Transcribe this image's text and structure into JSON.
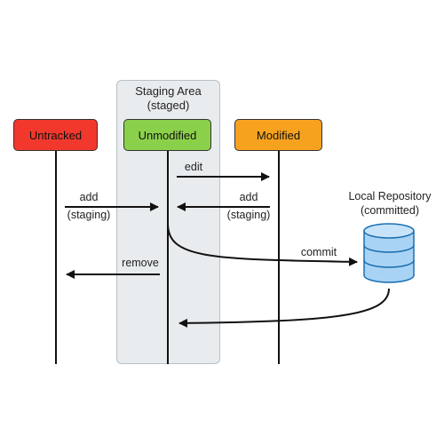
{
  "staging_area": {
    "title": "Staging Area",
    "subtitle": "(staged)"
  },
  "states": {
    "untracked": {
      "label": "Untracked",
      "color": "#f2382c"
    },
    "unmodified": {
      "label": "Unmodified",
      "color": "#8bd04a"
    },
    "modified": {
      "label": "Modified",
      "color": "#f7a21f"
    }
  },
  "repository": {
    "title": "Local Repository",
    "subtitle": "(committed)",
    "color": "#a9d3f5",
    "icon": "database-icon"
  },
  "transitions": {
    "edit": {
      "label": "edit"
    },
    "add_untracked": {
      "label": "add",
      "sublabel": "(staging)"
    },
    "add_modified": {
      "label": "add",
      "sublabel": "(staging)"
    },
    "remove": {
      "label": "remove"
    },
    "commit": {
      "label": "commit"
    }
  }
}
